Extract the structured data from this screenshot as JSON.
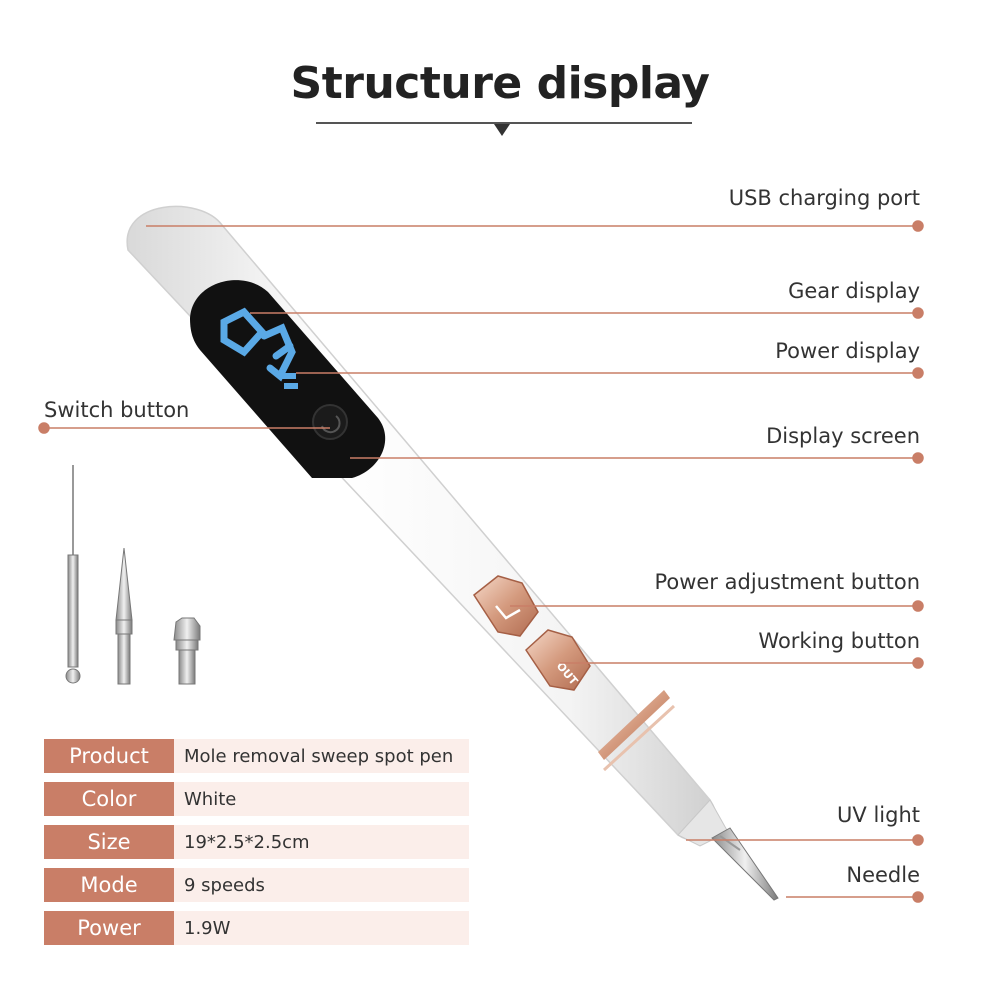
{
  "title": "Structure display",
  "accent_color": "#c97e67",
  "callouts": {
    "usb_port": "USB charging port",
    "gear_display": "Gear display",
    "power_display": "Power display",
    "switch_button": "Switch button",
    "display_screen": "Display screen",
    "power_adjust": "Power adjustment button",
    "working_button": "Working button",
    "uv_light": "UV light",
    "needle": "Needle"
  },
  "screen_digits": "09",
  "button_label": "OUT",
  "specs": [
    {
      "label": "Product",
      "value": "Mole removal sweep spot pen"
    },
    {
      "label": "Color",
      "value": "White"
    },
    {
      "label": "Size",
      "value": "19*2.5*2.5cm"
    },
    {
      "label": "Mode",
      "value": "9 speeds"
    },
    {
      "label": "Power",
      "value": "1.9W"
    }
  ]
}
